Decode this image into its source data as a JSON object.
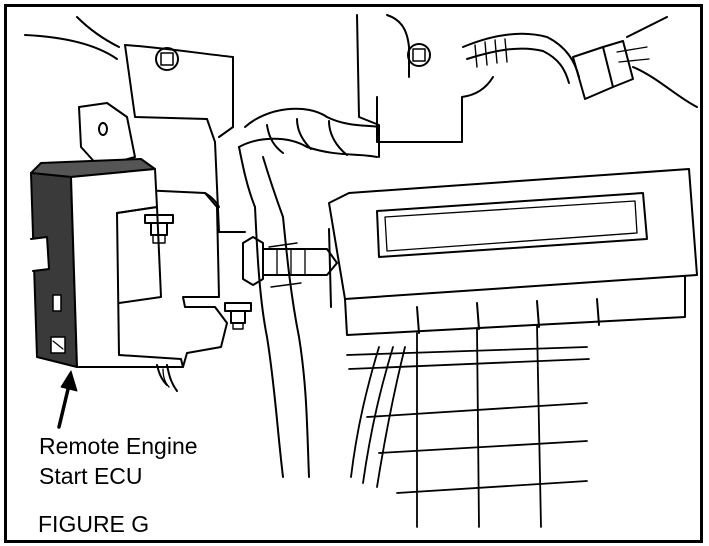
{
  "callout": {
    "line1": "Remote Engine",
    "line2": "Start ECU"
  },
  "figure": {
    "caption": "FIGURE G"
  },
  "colors": {
    "line": "#000000",
    "ecu_body": "#3a3a3a",
    "background": "#ffffff"
  }
}
